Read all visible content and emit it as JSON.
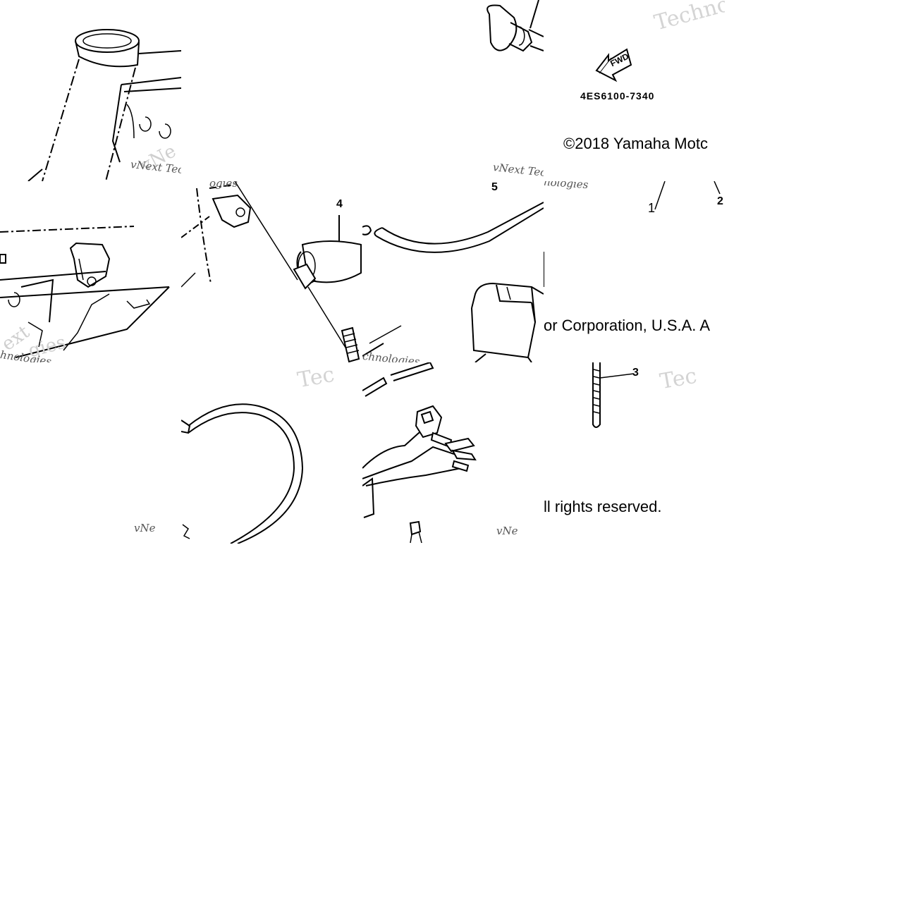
{
  "diagram": {
    "part_number": "4ES6100-7340",
    "fwd_label": "FWD",
    "callouts": {
      "c1": "1",
      "c2": "2",
      "c3": "3",
      "c4": "4",
      "c5": "5"
    },
    "copyright": {
      "line1": "©2018 Yamaha Motc",
      "line2": "or Corporation, U.S.A. A",
      "line3": "ll rights reserved."
    },
    "watermarks": {
      "techno": "Techno",
      "tec": "Tec",
      "vnext_tec": "vNext Tec",
      "vnext": "vNext",
      "vnext_short": "vNe",
      "technologies": "Technologies",
      "nologies": "nologies",
      "hnologies": "hnologies"
    }
  }
}
